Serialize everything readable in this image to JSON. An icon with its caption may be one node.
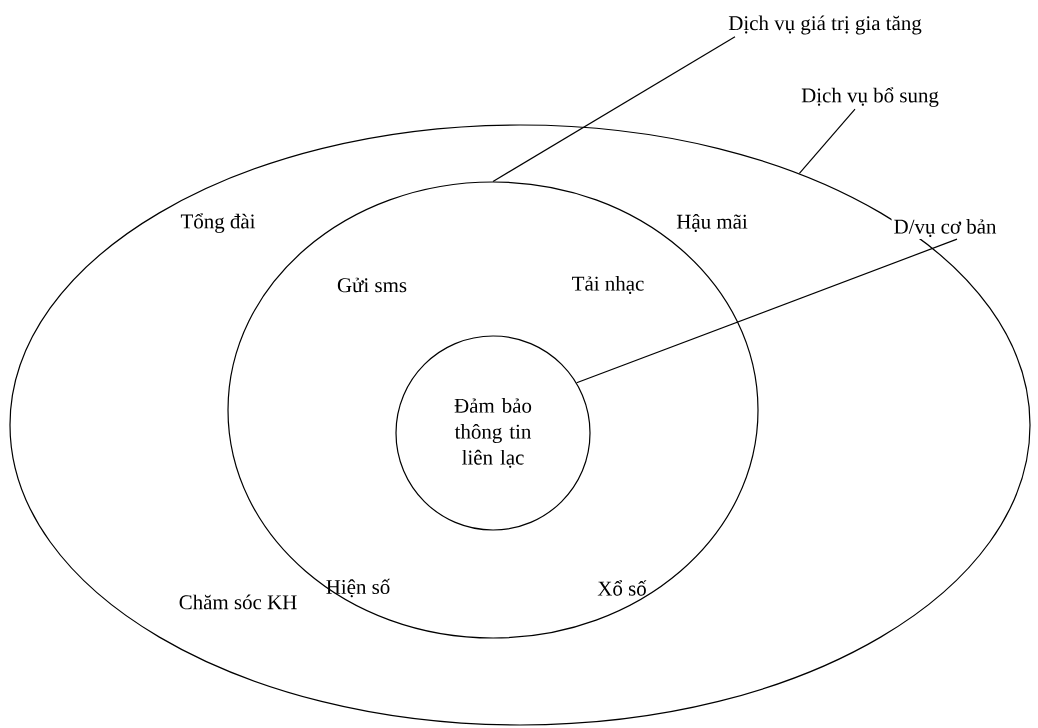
{
  "diagram": {
    "nodes": [
      {
        "text": [
          "Tổng đài",
          "Hậu mãi",
          "Chăm sóc KH"
        ]
      },
      {
        "text": [
          "Gửi sms",
          "Tải nhạc",
          "Hiện số",
          "Xổ số"
        ],
        "in": 0
      },
      {
        "text": [
          "Đảm bảo thông tin liên lạc"
        ],
        "in": 1
      },
      {
        "text": [
          "Dịch vụ giá trị gia tăng"
        ]
      },
      {
        "text": [
          "Dịch vụ bổ sung"
        ]
      },
      {
        "text": [
          "D/vụ cơ bản"
        ]
      }
    ],
    "edges": [
      {
        "from": 3,
        "to": 1,
        "arrow": "none"
      },
      {
        "from": 4,
        "to": 0,
        "arrow": "none"
      },
      {
        "from": 5,
        "to": 2,
        "arrow": "none"
      }
    ]
  }
}
